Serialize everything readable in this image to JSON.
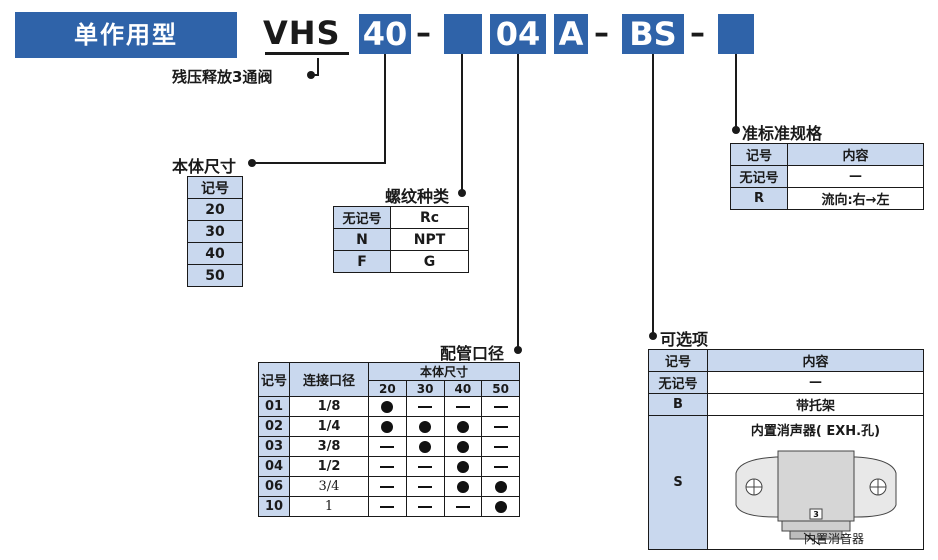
{
  "title": "单作用型",
  "model": {
    "prefix": "VHS",
    "code1": "40",
    "code2": "",
    "code3": "04",
    "code4": "A",
    "code5": "BS",
    "code6": "",
    "dash": "–"
  },
  "notes": {
    "valve_label": "残压释放3通阀"
  },
  "body_size": {
    "label": "本体尺寸",
    "header": "记号",
    "rows": [
      "20",
      "30",
      "40",
      "50"
    ]
  },
  "thread": {
    "label": "螺纹种类",
    "rows": [
      {
        "code": "无记号",
        "value": "Rc"
      },
      {
        "code": "N",
        "value": "NPT"
      },
      {
        "code": "F",
        "value": "G"
      }
    ]
  },
  "standard": {
    "label": "准标准规格",
    "header_code": "记号",
    "header_content": "内容",
    "rows": [
      {
        "code": "无记号",
        "value": "—"
      },
      {
        "code": "R",
        "value": "流向:右→左"
      }
    ]
  },
  "port": {
    "label": "配管口径",
    "header_code": "记号",
    "header_size": "连接口径",
    "header_body": "本体尺寸",
    "sizes": [
      "20",
      "30",
      "40",
      "50"
    ],
    "rows": [
      {
        "code": "01",
        "size": "1/8",
        "cells": [
          "dot",
          "bar",
          "bar",
          "bar"
        ]
      },
      {
        "code": "02",
        "size": "1/4",
        "cells": [
          "dot",
          "dot",
          "dot",
          "bar"
        ]
      },
      {
        "code": "03",
        "size": "3/8",
        "cells": [
          "bar",
          "dot",
          "dot",
          "bar"
        ]
      },
      {
        "code": "04",
        "size": "1/2",
        "cells": [
          "bar",
          "bar",
          "dot",
          "bar"
        ]
      },
      {
        "code": "06",
        "size": "3/4",
        "cells": [
          "bar",
          "bar",
          "dot",
          "dot"
        ]
      },
      {
        "code": "10",
        "size": "1",
        "cells": [
          "bar",
          "bar",
          "bar",
          "dot"
        ]
      }
    ]
  },
  "options": {
    "label": "可选项",
    "header_code": "记号",
    "header_content": "内容",
    "rows": [
      {
        "code": "无记号",
        "value": "—"
      },
      {
        "code": "B",
        "value": "带托架"
      },
      {
        "code": "S",
        "value": "内置消声器( EXH.孔)"
      }
    ],
    "figure_label": "内置消音器",
    "figure_number": "3"
  },
  "colors": {
    "accent": "#2f63a9",
    "header_fill": "#c9d8ee"
  }
}
